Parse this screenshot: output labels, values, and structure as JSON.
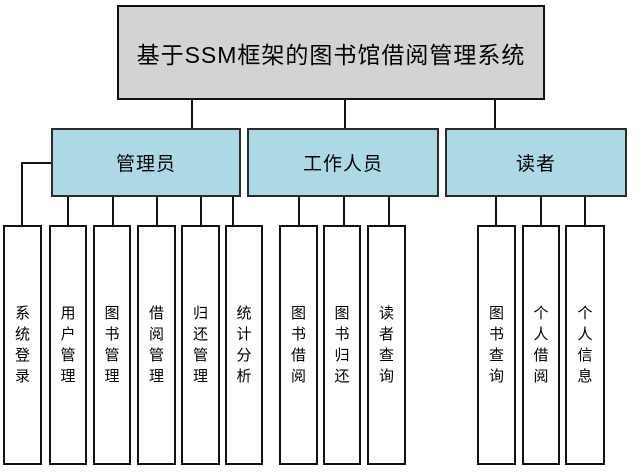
{
  "diagram": {
    "root": {
      "label": "基于SSM框架的图书馆借阅管理系统"
    },
    "groups": [
      {
        "label": "管理员",
        "children": [
          "系统登录",
          "用户管理",
          "图书管理",
          "借阅管理",
          "归还管理",
          "统计分析"
        ]
      },
      {
        "label": "工作人员",
        "children": [
          "图书借阅",
          "图书归还",
          "读者查询"
        ]
      },
      {
        "label": "读者",
        "children": [
          "图书查询",
          "个人借阅",
          "个人信息"
        ]
      }
    ],
    "colors": {
      "root_bg": "#d3d3d3",
      "group_bg": "#add8e6",
      "leaf_bg": "#ffffff",
      "border": "#111111",
      "line": "#111111"
    }
  }
}
